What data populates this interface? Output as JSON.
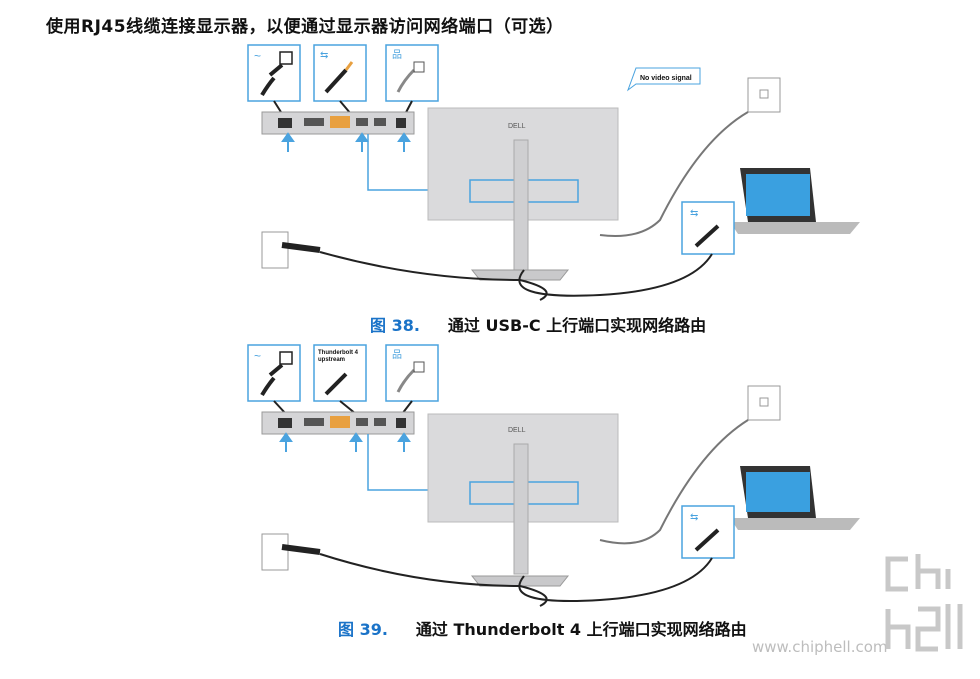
{
  "heading": "使用RJ45线缆连接显示器，以便通过显示器访问网络端口（可选）",
  "figure1": {
    "caption_number": "图 38.",
    "caption_text": "通过 USB-C 上行端口实现网络路由",
    "callout": "No video signal",
    "brand": "DELL"
  },
  "figure2": {
    "caption_number": "图 39.",
    "caption_text": "通过 Thunderbolt 4 上行端口实现网络路由",
    "tb_label_line1": "Thunderbolt 4",
    "tb_label_line2": "upstream",
    "brand": "DELL"
  },
  "watermark": {
    "site": "www.chiphell.com",
    "logo_text": "chip hell"
  },
  "colors": {
    "accent_blue": "#1a73c8",
    "callout_blue": "#4aa3df",
    "port_orange": "#e8a040",
    "cable": "#222222",
    "monitor_gray": "#d7d7d9"
  }
}
